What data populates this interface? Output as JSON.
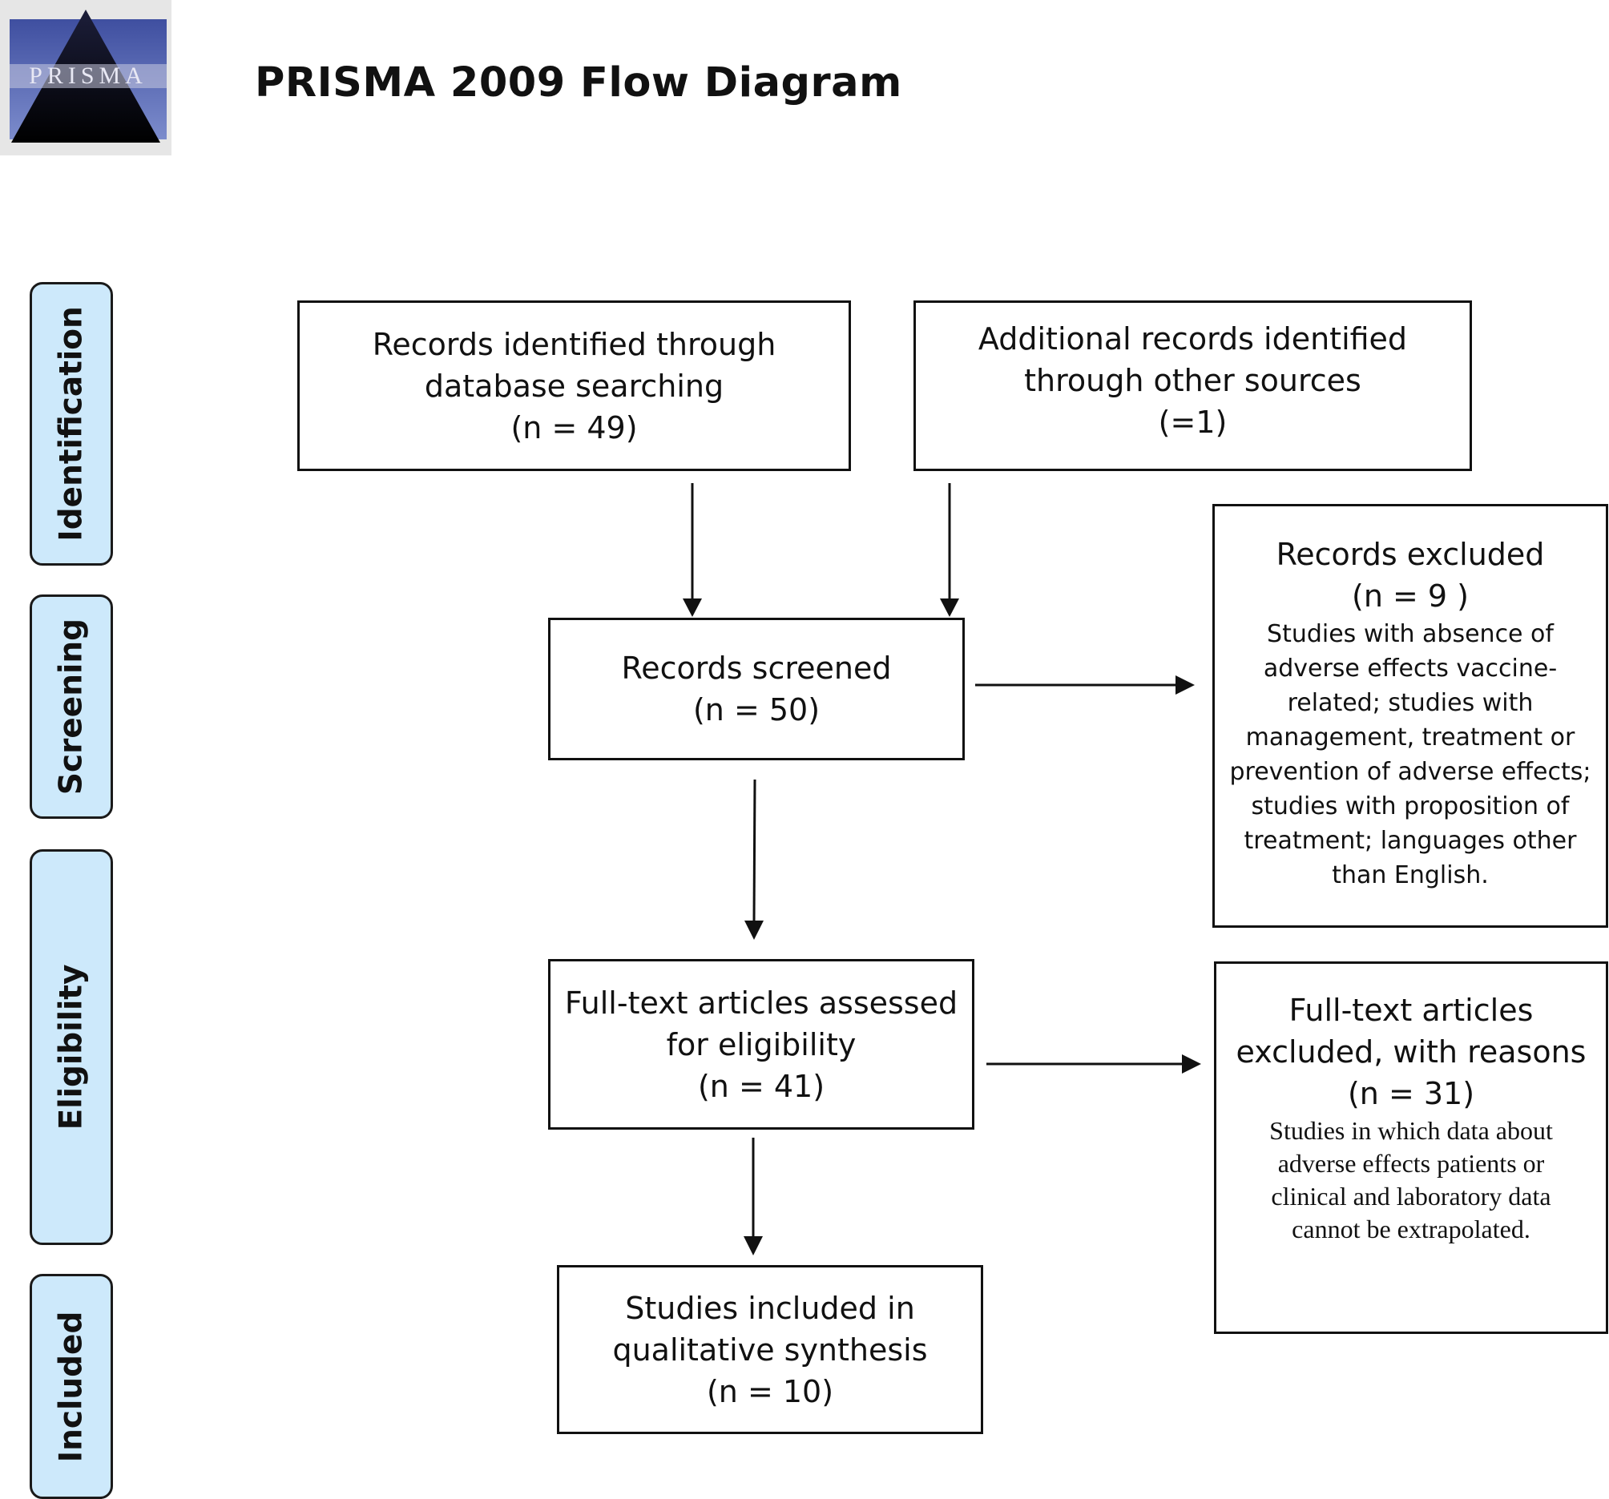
{
  "header": {
    "logo_text": "PRISMA",
    "title": "PRISMA 2009 Flow Diagram"
  },
  "stages": {
    "identification": "Identification",
    "screening": "Screening",
    "eligibility": "Eligibility",
    "included": "Included"
  },
  "boxes": {
    "database": {
      "lines": [
        "Records identified through",
        "database searching",
        "(n = 49)"
      ]
    },
    "other_sources": {
      "lines": [
        "Additional records identified",
        "through other sources",
        "(=1)"
      ]
    },
    "screened": {
      "lines": [
        "Records screened",
        "(n = 50)"
      ]
    },
    "records_excluded": {
      "lines": [
        "Records excluded",
        "(n = 9 )"
      ],
      "detail_lines": [
        "Studies with absence of",
        "adverse effects vaccine-",
        "related; studies with",
        "management, treatment or",
        "prevention of adverse effects;",
        "studies with proposition of",
        "treatment; languages other",
        "than English."
      ]
    },
    "fulltext_assessed": {
      "lines": [
        "Full-text articles assessed",
        "for eligibility",
        "(n = 41)"
      ]
    },
    "fulltext_excluded": {
      "lines": [
        "Full-text articles",
        "excluded, with reasons",
        "(n = 31)"
      ],
      "detail_lines": [
        "Studies in which data about",
        "adverse effects patients or",
        "clinical and laboratory data",
        "cannot be extrapolated."
      ]
    },
    "included": {
      "lines": [
        "Studies included in",
        "qualitative synthesis",
        "(n = 10)"
      ]
    }
  }
}
